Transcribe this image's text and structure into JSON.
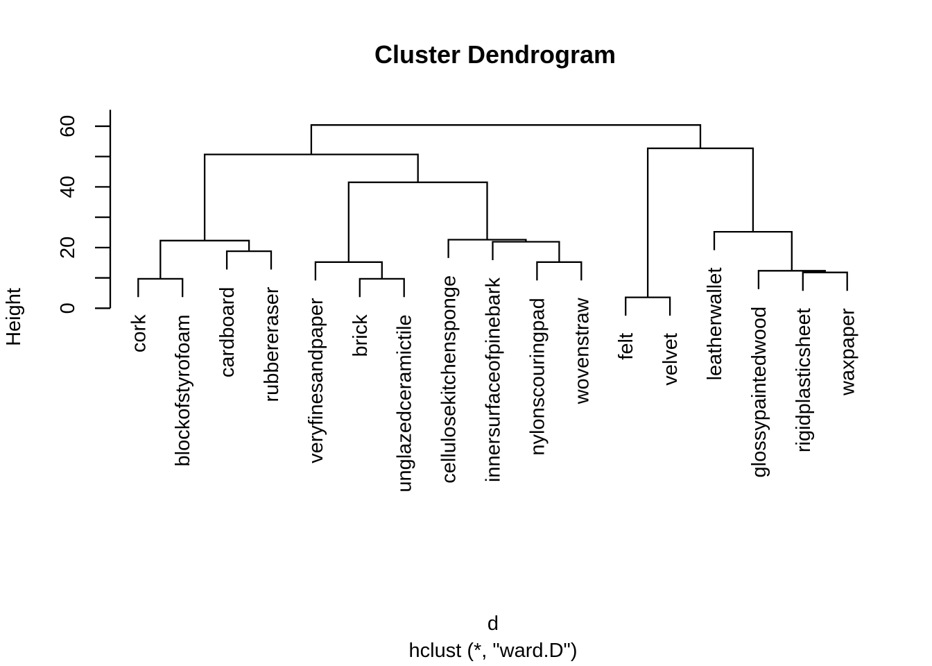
{
  "chart_data": {
    "type": "dendrogram",
    "title": "Cluster Dendrogram",
    "ylabel": "Height",
    "caption_lines": [
      "d",
      "hclust (*, \"ward.D\")"
    ],
    "ylim": [
      0,
      65
    ],
    "yticks": [
      0,
      10,
      20,
      30,
      40,
      50,
      60
    ],
    "ytick_labeled": [
      0,
      20,
      40,
      60
    ],
    "grid": false,
    "hang": 6.05,
    "line_color": "#000000",
    "background": "#ffffff",
    "leaves": [
      "cork",
      "blockofstyrofoam",
      "cardboard",
      "rubbereraser",
      "veryfinesandpaper",
      "brick",
      "unglazedceramictile",
      "cellulosekitchensponge",
      "innersurfaceofpinebark",
      "nylonscouringpad",
      "wovenstraw",
      "felt",
      "velvet",
      "leatherwallet",
      "glossypaintedwood",
      "rigidplasticsheet",
      "waxpaper"
    ],
    "merges": [
      {
        "id": "n1",
        "left": "cork",
        "right": "blockofstyrofoam",
        "height": 9.7
      },
      {
        "id": "n2",
        "left": "cardboard",
        "right": "rubbereraser",
        "height": 18.8
      },
      {
        "id": "n3",
        "left": "n1",
        "right": "n2",
        "height": 22.3
      },
      {
        "id": "n4",
        "left": "brick",
        "right": "unglazedceramictile",
        "height": 9.7
      },
      {
        "id": "n5",
        "left": "veryfinesandpaper",
        "right": "n4",
        "height": 15.2
      },
      {
        "id": "n6",
        "left": "nylonscouringpad",
        "right": "wovenstraw",
        "height": 15.2
      },
      {
        "id": "n7",
        "left": "innersurfaceofpinebark",
        "right": "n6",
        "height": 21.9
      },
      {
        "id": "n8",
        "left": "cellulosekitchensponge",
        "right": "n7",
        "height": 22.6
      },
      {
        "id": "n9",
        "left": "n5",
        "right": "n8",
        "height": 41.5
      },
      {
        "id": "n10",
        "left": "n3",
        "right": "n9",
        "height": 50.7
      },
      {
        "id": "n11",
        "left": "felt",
        "right": "velvet",
        "height": 3.6
      },
      {
        "id": "n12",
        "left": "rigidplasticsheet",
        "right": "waxpaper",
        "height": 11.8
      },
      {
        "id": "n13",
        "left": "glossypaintedwood",
        "right": "n12",
        "height": 12.35
      },
      {
        "id": "n14",
        "left": "leatherwallet",
        "right": "n13",
        "height": 25.2
      },
      {
        "id": "n15",
        "left": "n11",
        "right": "n14",
        "height": 52.7
      },
      {
        "id": "n16",
        "left": "n10",
        "right": "n15",
        "height": 60.4
      }
    ]
  }
}
